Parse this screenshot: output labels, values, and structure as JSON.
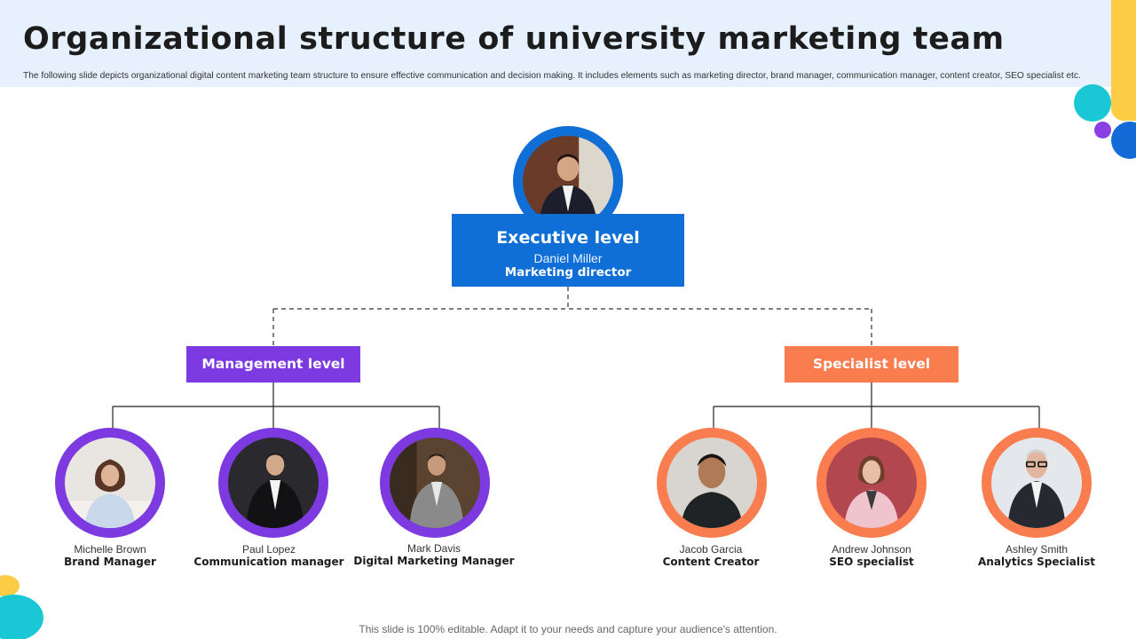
{
  "header": {
    "title": "Organizational structure of university marketing team",
    "subtitle": "The following slide depicts organizational digital content marketing team structure to ensure effective communication and decision making. It includes elements such as marketing director, brand manager, communication manager, content creator, SEO specialist etc."
  },
  "colors": {
    "executive": "#0f6fd7",
    "management": "#7c3ae0",
    "specialist": "#fa7d50",
    "header_band": "#e6f1fd"
  },
  "executive": {
    "level_label": "Executive level",
    "name": "Daniel Miller",
    "role": "Marketing director"
  },
  "management": {
    "level_label": "Management level",
    "members": [
      {
        "name": "Michelle Brown",
        "role": "Brand Manager"
      },
      {
        "name": "Paul Lopez",
        "role": "Communication manager"
      },
      {
        "name": "Mark Davis",
        "role": "Digital Marketing Manager"
      }
    ]
  },
  "specialist": {
    "level_label": "Specialist level",
    "members": [
      {
        "name": "Jacob Garcia",
        "role": "Content Creator"
      },
      {
        "name": "Andrew Johnson",
        "role": "SEO specialist"
      },
      {
        "name": "Ashley Smith",
        "role": "Analytics Specialist"
      }
    ]
  },
  "footer": {
    "note": "This slide is 100% editable. Adapt it to your needs and capture your audience's attention."
  }
}
